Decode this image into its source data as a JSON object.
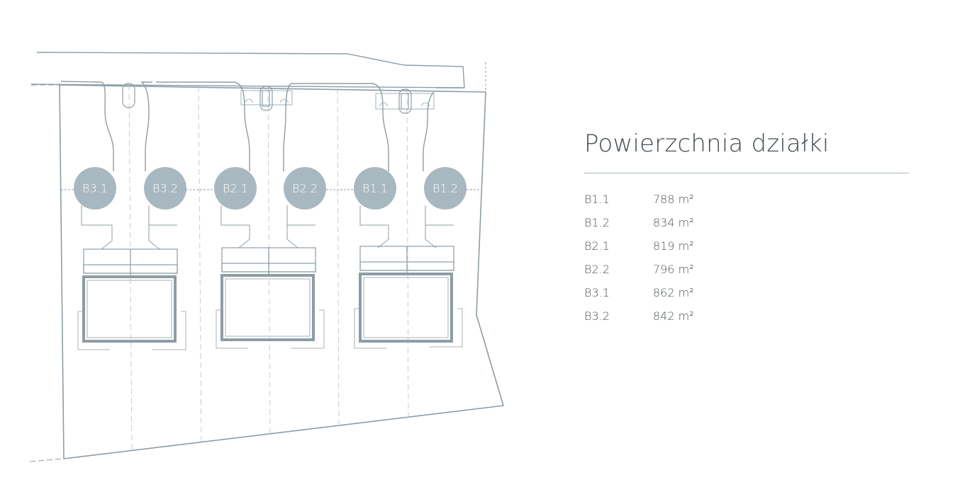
{
  "heading": "Powierzchnia działki",
  "plot_markers": [
    {
      "label": "B3.1"
    },
    {
      "label": "B3.2"
    },
    {
      "label": "B2.1"
    },
    {
      "label": "B2.2"
    },
    {
      "label": "B1.1"
    },
    {
      "label": "B1.2"
    }
  ],
  "areas": [
    {
      "plot": "B1.1",
      "area": "788 m²"
    },
    {
      "plot": "B1.2",
      "area": "834 m²"
    },
    {
      "plot": "B2.1",
      "area": "819 m²"
    },
    {
      "plot": "B2.2",
      "area": "796 m²"
    },
    {
      "plot": "B3.1",
      "area": "862 m²"
    },
    {
      "plot": "B3.2",
      "area": "842 m²"
    }
  ],
  "colors": {
    "plan_line": "#8d9da6",
    "marker_fill": "#a8b8c0",
    "marker_text": "#ffffff",
    "text": "#454d52",
    "rule": "#a7b8c0"
  }
}
